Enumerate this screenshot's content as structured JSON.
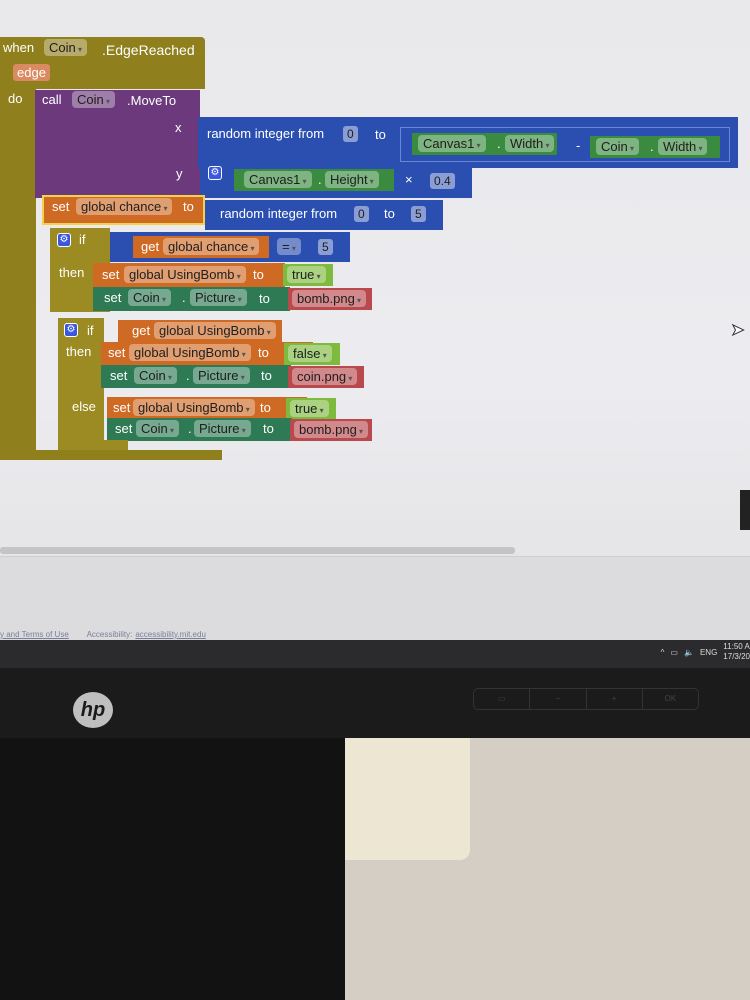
{
  "event": {
    "when": "when",
    "component": "Coin",
    "event": ".EdgeReached",
    "param": "edge",
    "do": "do"
  },
  "moveto": {
    "call": "call",
    "component": "Coin",
    "method": ".MoveTo",
    "x_label": "x",
    "y_label": "y"
  },
  "x_expr": {
    "label": "random integer from",
    "from": "0",
    "to": "to",
    "canvas": "Canvas1",
    "dot": ".",
    "width": "Width",
    "minus": "-",
    "coin": "Coin",
    "coin_width": "Width"
  },
  "y_expr": {
    "canvas": "Canvas1",
    "dot": ".",
    "height": "Height",
    "times": "×",
    "factor": "0.4"
  },
  "set_chance": {
    "set": "set",
    "var": "global chance",
    "to": "to",
    "random": "random integer from",
    "from": "0",
    "to2": "to",
    "upper": "5"
  },
  "if1": {
    "if": "if",
    "then": "then",
    "get": "get",
    "var": "global chance",
    "op": "=",
    "value": "5",
    "set1": {
      "set": "set",
      "var": "global UsingBomb",
      "to": "to",
      "value": "true"
    },
    "set2": {
      "set": "set",
      "component": "Coin",
      "dot": ".",
      "prop": "Picture",
      "to": "to",
      "value": "bomb.png"
    }
  },
  "if2": {
    "if": "if",
    "then": "then",
    "else": "else",
    "get": "get",
    "var": "global UsingBomb",
    "then_set1": {
      "set": "set",
      "var": "global UsingBomb",
      "to": "to",
      "value": "false"
    },
    "then_set2": {
      "set": "set",
      "component": "Coin",
      "dot": ".",
      "prop": "Picture",
      "to": "to",
      "value": "coin.png"
    },
    "else_set1": {
      "set": "set",
      "var": "global UsingBomb",
      "to": "to",
      "value": "true"
    },
    "else_set2": {
      "set": "set",
      "component": "Coin",
      "dot": ".",
      "prop": "Picture",
      "to": "to",
      "value": "bomb.png"
    }
  },
  "footer": {
    "terms": "y and Terms of Use",
    "accessibility": "Accessibility:",
    "accessibility_link": "accessibility.mit.edu"
  },
  "taskbar": {
    "lang": "ENG",
    "time": "11:50 A",
    "date": "17/3/20"
  },
  "monitor": {
    "brand": "hp",
    "ok": "OK",
    "minus": "−",
    "plus": "+"
  }
}
